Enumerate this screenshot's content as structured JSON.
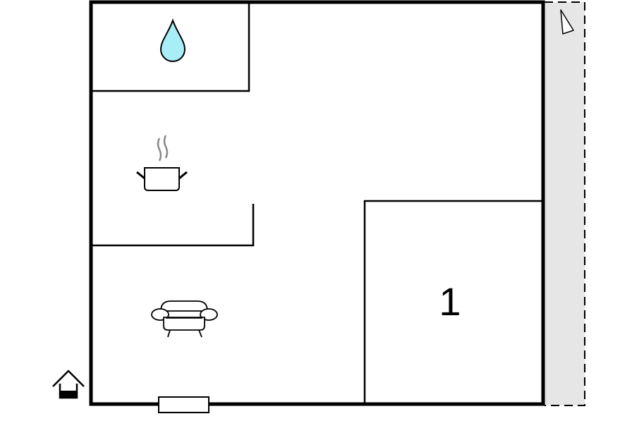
{
  "floorplan": {
    "rooms": [
      {
        "id": "bathroom",
        "icon": "water-drop-icon"
      },
      {
        "id": "kitchen",
        "icon": "cooking-pot-icon"
      },
      {
        "id": "living-room",
        "icon": "sofa-icon"
      },
      {
        "id": "bedroom",
        "label": "1"
      },
      {
        "id": "terrace",
        "icon": "terrace-flag-icon"
      }
    ],
    "entrance_icon": "entrance-house-icon",
    "colors": {
      "wall": "#000000",
      "terrace": "#e6e6e6",
      "water": "#a8eef7",
      "steam": "#8a8a8a"
    }
  }
}
